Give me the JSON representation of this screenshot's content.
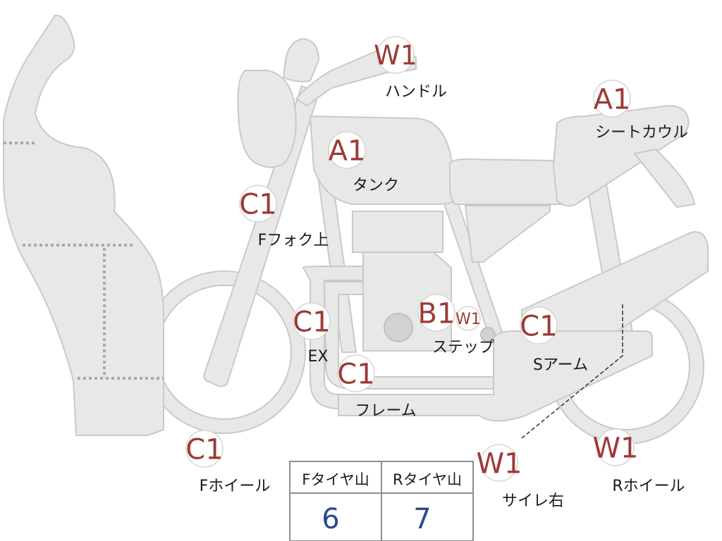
{
  "parts": [
    {
      "id": "handle",
      "grade": "W1",
      "label": "ハンドル"
    },
    {
      "id": "seat-cowl",
      "grade": "A1",
      "label": "シートカウル"
    },
    {
      "id": "tank",
      "grade": "A1",
      "label": "タンク"
    },
    {
      "id": "f-fork-top",
      "grade": "C1",
      "label": "Fフォク上"
    },
    {
      "id": "ex",
      "grade": "C1",
      "label": "EX"
    },
    {
      "id": "step",
      "grade": "B1",
      "label": "ステップ"
    },
    {
      "id": "step-sub",
      "grade": "W1",
      "label": ""
    },
    {
      "id": "s-arm",
      "grade": "C1",
      "label": "Sアーム"
    },
    {
      "id": "frame",
      "grade": "C1",
      "label": "フレーム"
    },
    {
      "id": "f-wheel",
      "grade": "C1",
      "label": "Fホイール"
    },
    {
      "id": "silencer-r",
      "grade": "W1",
      "label": "サイレ右"
    },
    {
      "id": "r-wheel",
      "grade": "W1",
      "label": "Rホイール"
    }
  ],
  "tire_table": {
    "front_header": "Fタイヤ山",
    "rear_header": "Rタイヤ山",
    "front_value": "6",
    "rear_value": "7"
  },
  "colors": {
    "grade": "#9c3a36",
    "table_value": "#2a4a8c",
    "part_fill": "#e8e8e6"
  }
}
